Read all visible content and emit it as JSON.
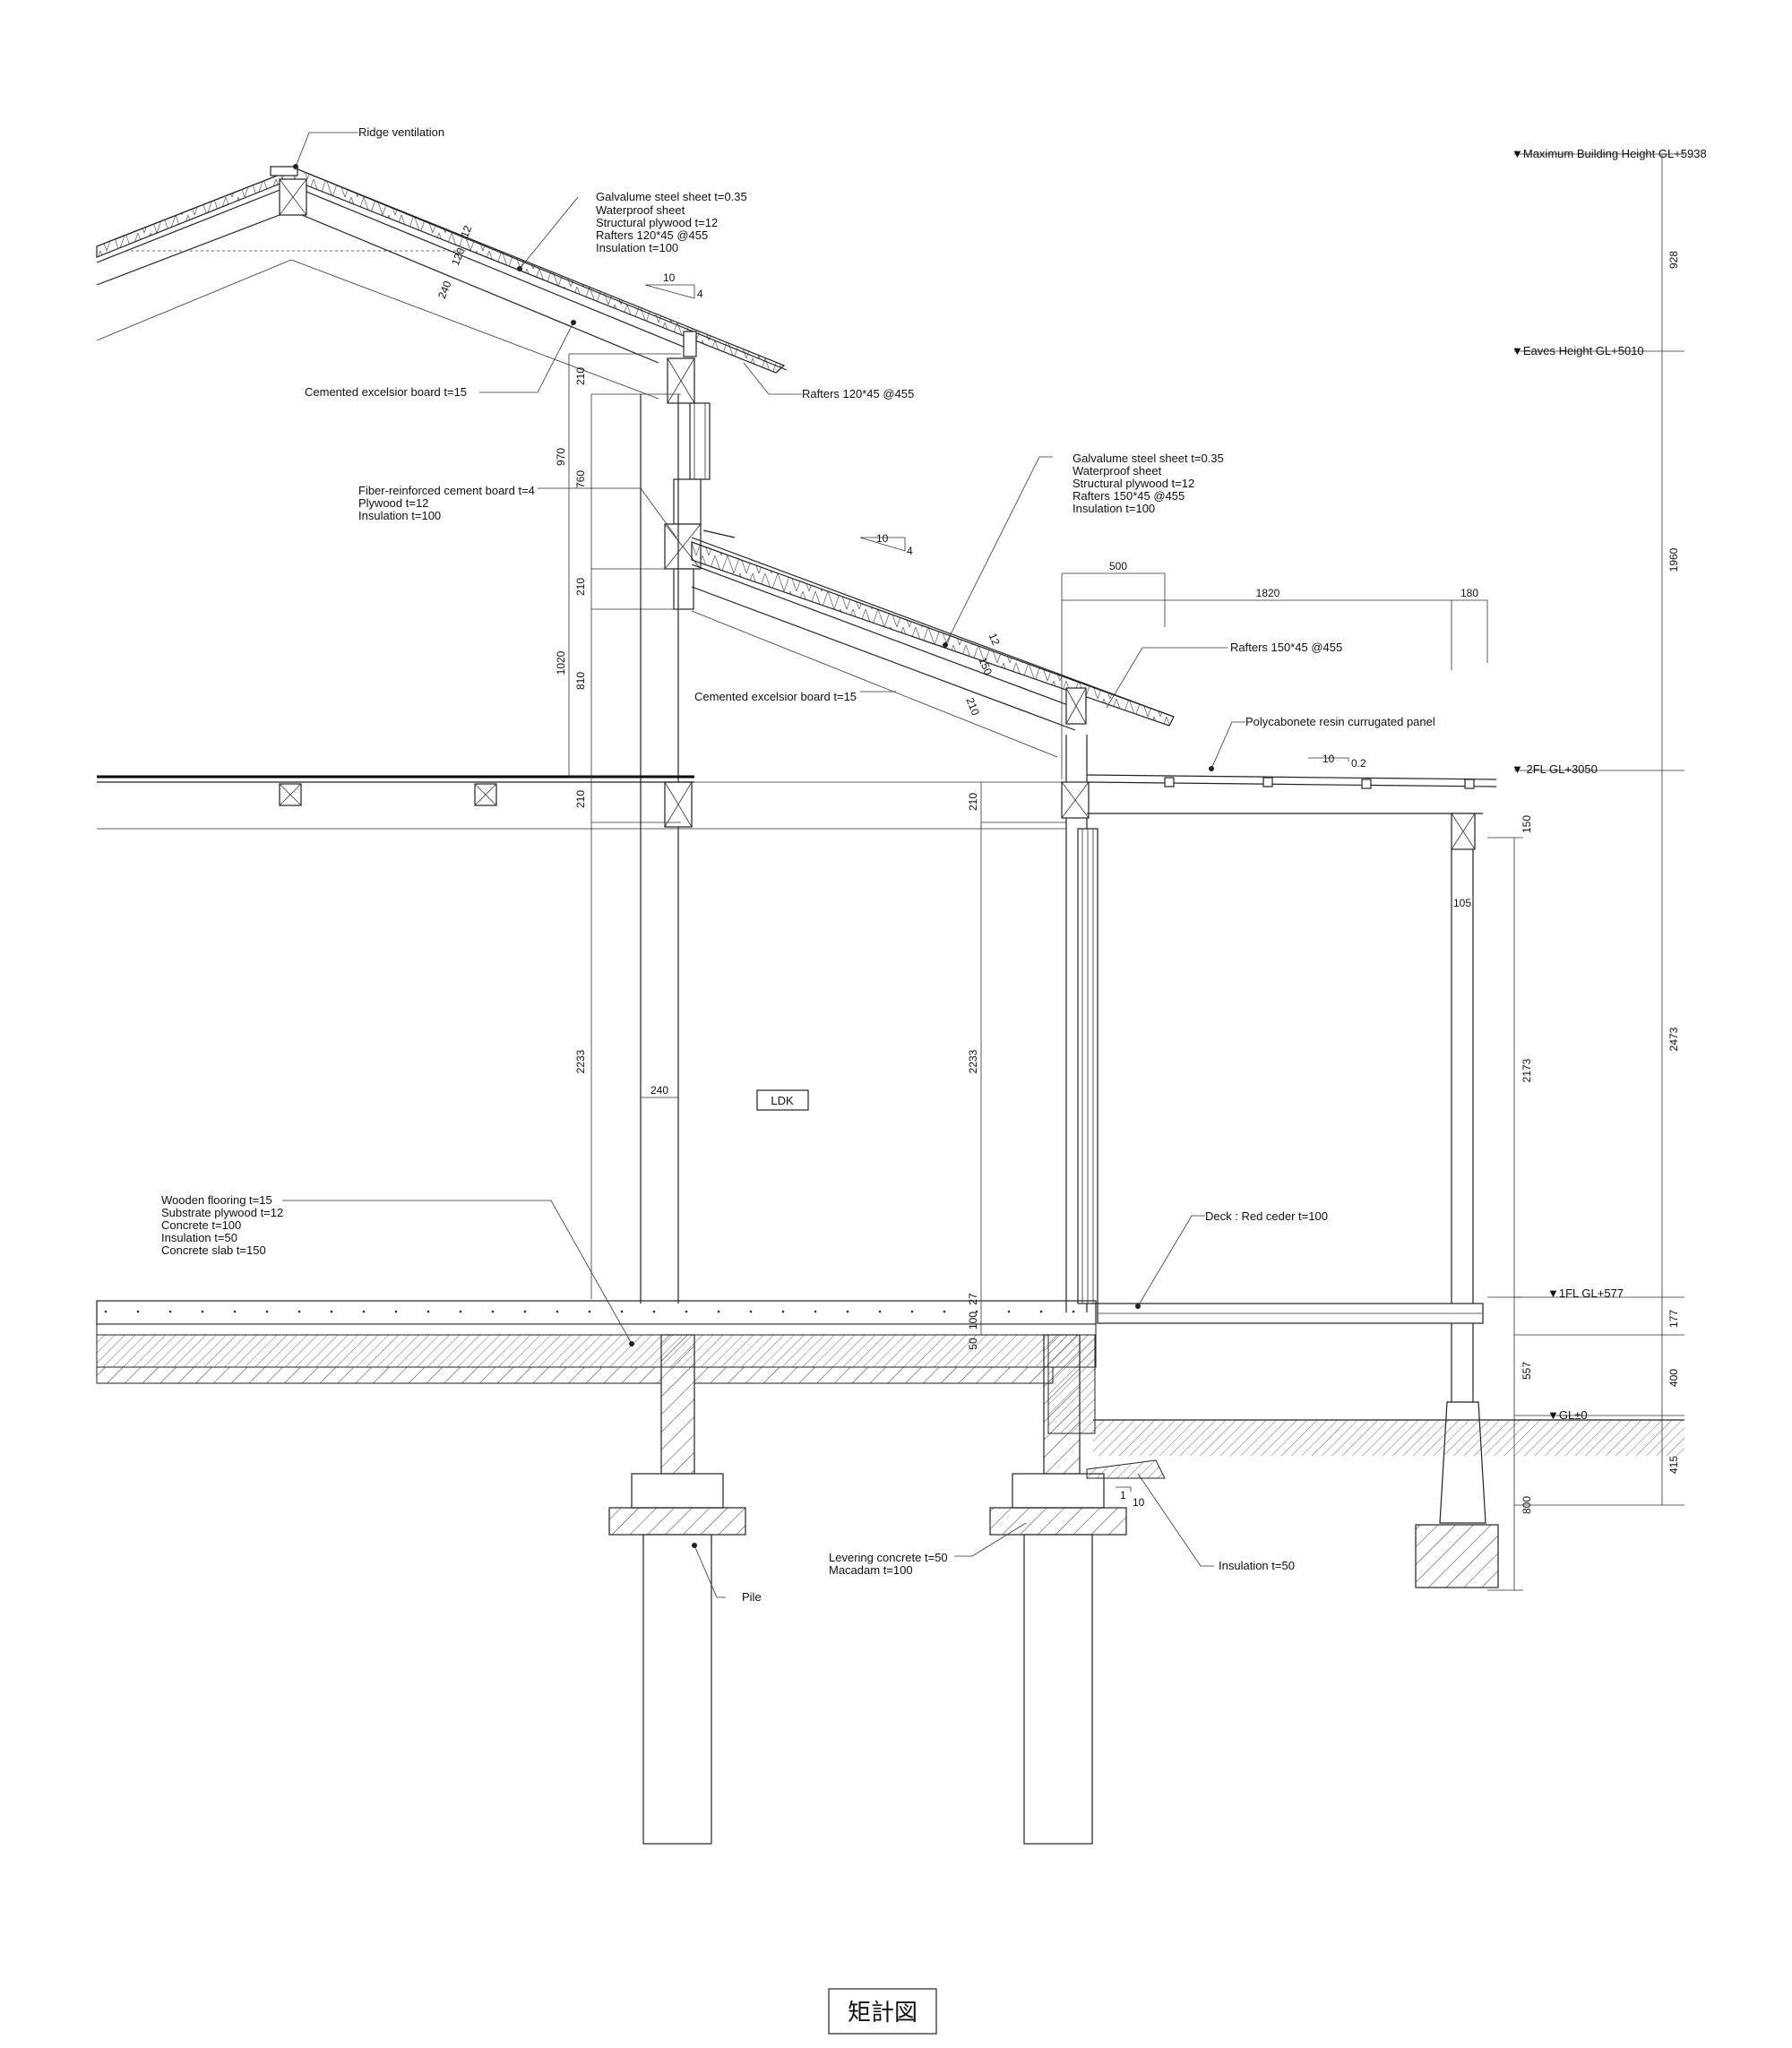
{
  "title": "矩計図",
  "room_label": "LDK",
  "levels": {
    "max_height": "▼Maximum Building Height GL+5938",
    "eaves": "▼Eaves Height GL+5010",
    "fl2": "▼ 2FL GL+3050",
    "fl1": "▼1FL GL+577",
    "gl": "▼GL±0"
  },
  "notes": {
    "ridge": "Ridge ventilation",
    "roof_upper": [
      "Galvalume steel sheet t=0.35",
      "Waterproof sheet",
      "Structural plywood t=12",
      "Rafters 120*45 @455",
      "Insulation t=100"
    ],
    "board_upper": "Cemented excelsior board t=15",
    "rafters_upper": "Rafters 120*45 @455",
    "fiber": [
      "Fiber-reinforced cement board t=4",
      "Plywood t=12",
      "Insulation t=100"
    ],
    "roof_lower": [
      "Galvalume steel sheet t=0.35",
      "Waterproof sheet",
      "Structural plywood t=12",
      "Rafters 150*45 @455",
      "Insulation t=100"
    ],
    "board_lower": "Cemented excelsior board t=15",
    "rafters_lower": "Rafters 150*45 @455",
    "polycarb": "Polycabonete resin currugated panel",
    "floor": [
      "Wooden flooring t=15",
      "Substrate plywood t=12",
      "Concrete t=100",
      "Insulation t=50",
      "Concrete slab t=150"
    ],
    "deck": "Deck : Red ceder t=100",
    "levering": [
      "Levering concrete t=50",
      "Macadam t=100"
    ],
    "pile": "Pile",
    "insulation": "Insulation t=50"
  },
  "slopes": {
    "roof1_run": "10",
    "roof1_rise": "4",
    "roof2_run": "10",
    "roof2_rise": "4",
    "poly_run": "10",
    "poly_rise": "0.2",
    "drain_rise": "1",
    "drain_run": "10"
  },
  "dims": {
    "h_928": "928",
    "h_1960": "1960",
    "h_2473": "2473",
    "h_177": "177",
    "h_400": "400",
    "h_415": "415",
    "r_150": "150",
    "r_2173": "2173",
    "r_557": "557",
    "r_800": "800",
    "eave_500": "500",
    "eave_1820": "1820",
    "eave_180": "180",
    "post_105": "105",
    "wall_240": "240",
    "c_210a": "210",
    "c_970": "970",
    "c_760": "760",
    "c_210b": "210",
    "c_1020": "1020",
    "c_810": "810",
    "c_210c": "210",
    "c_2233a": "2233",
    "c_2233b": "2233",
    "c_210d": "210",
    "f_27": "27",
    "f_100": "100",
    "f_50": "50",
    "rafter_240": "240",
    "rafter_120": "120",
    "rafter_12a": "12",
    "rafter_12b": "12",
    "rafter_150": "150",
    "rafter_210": "210"
  }
}
